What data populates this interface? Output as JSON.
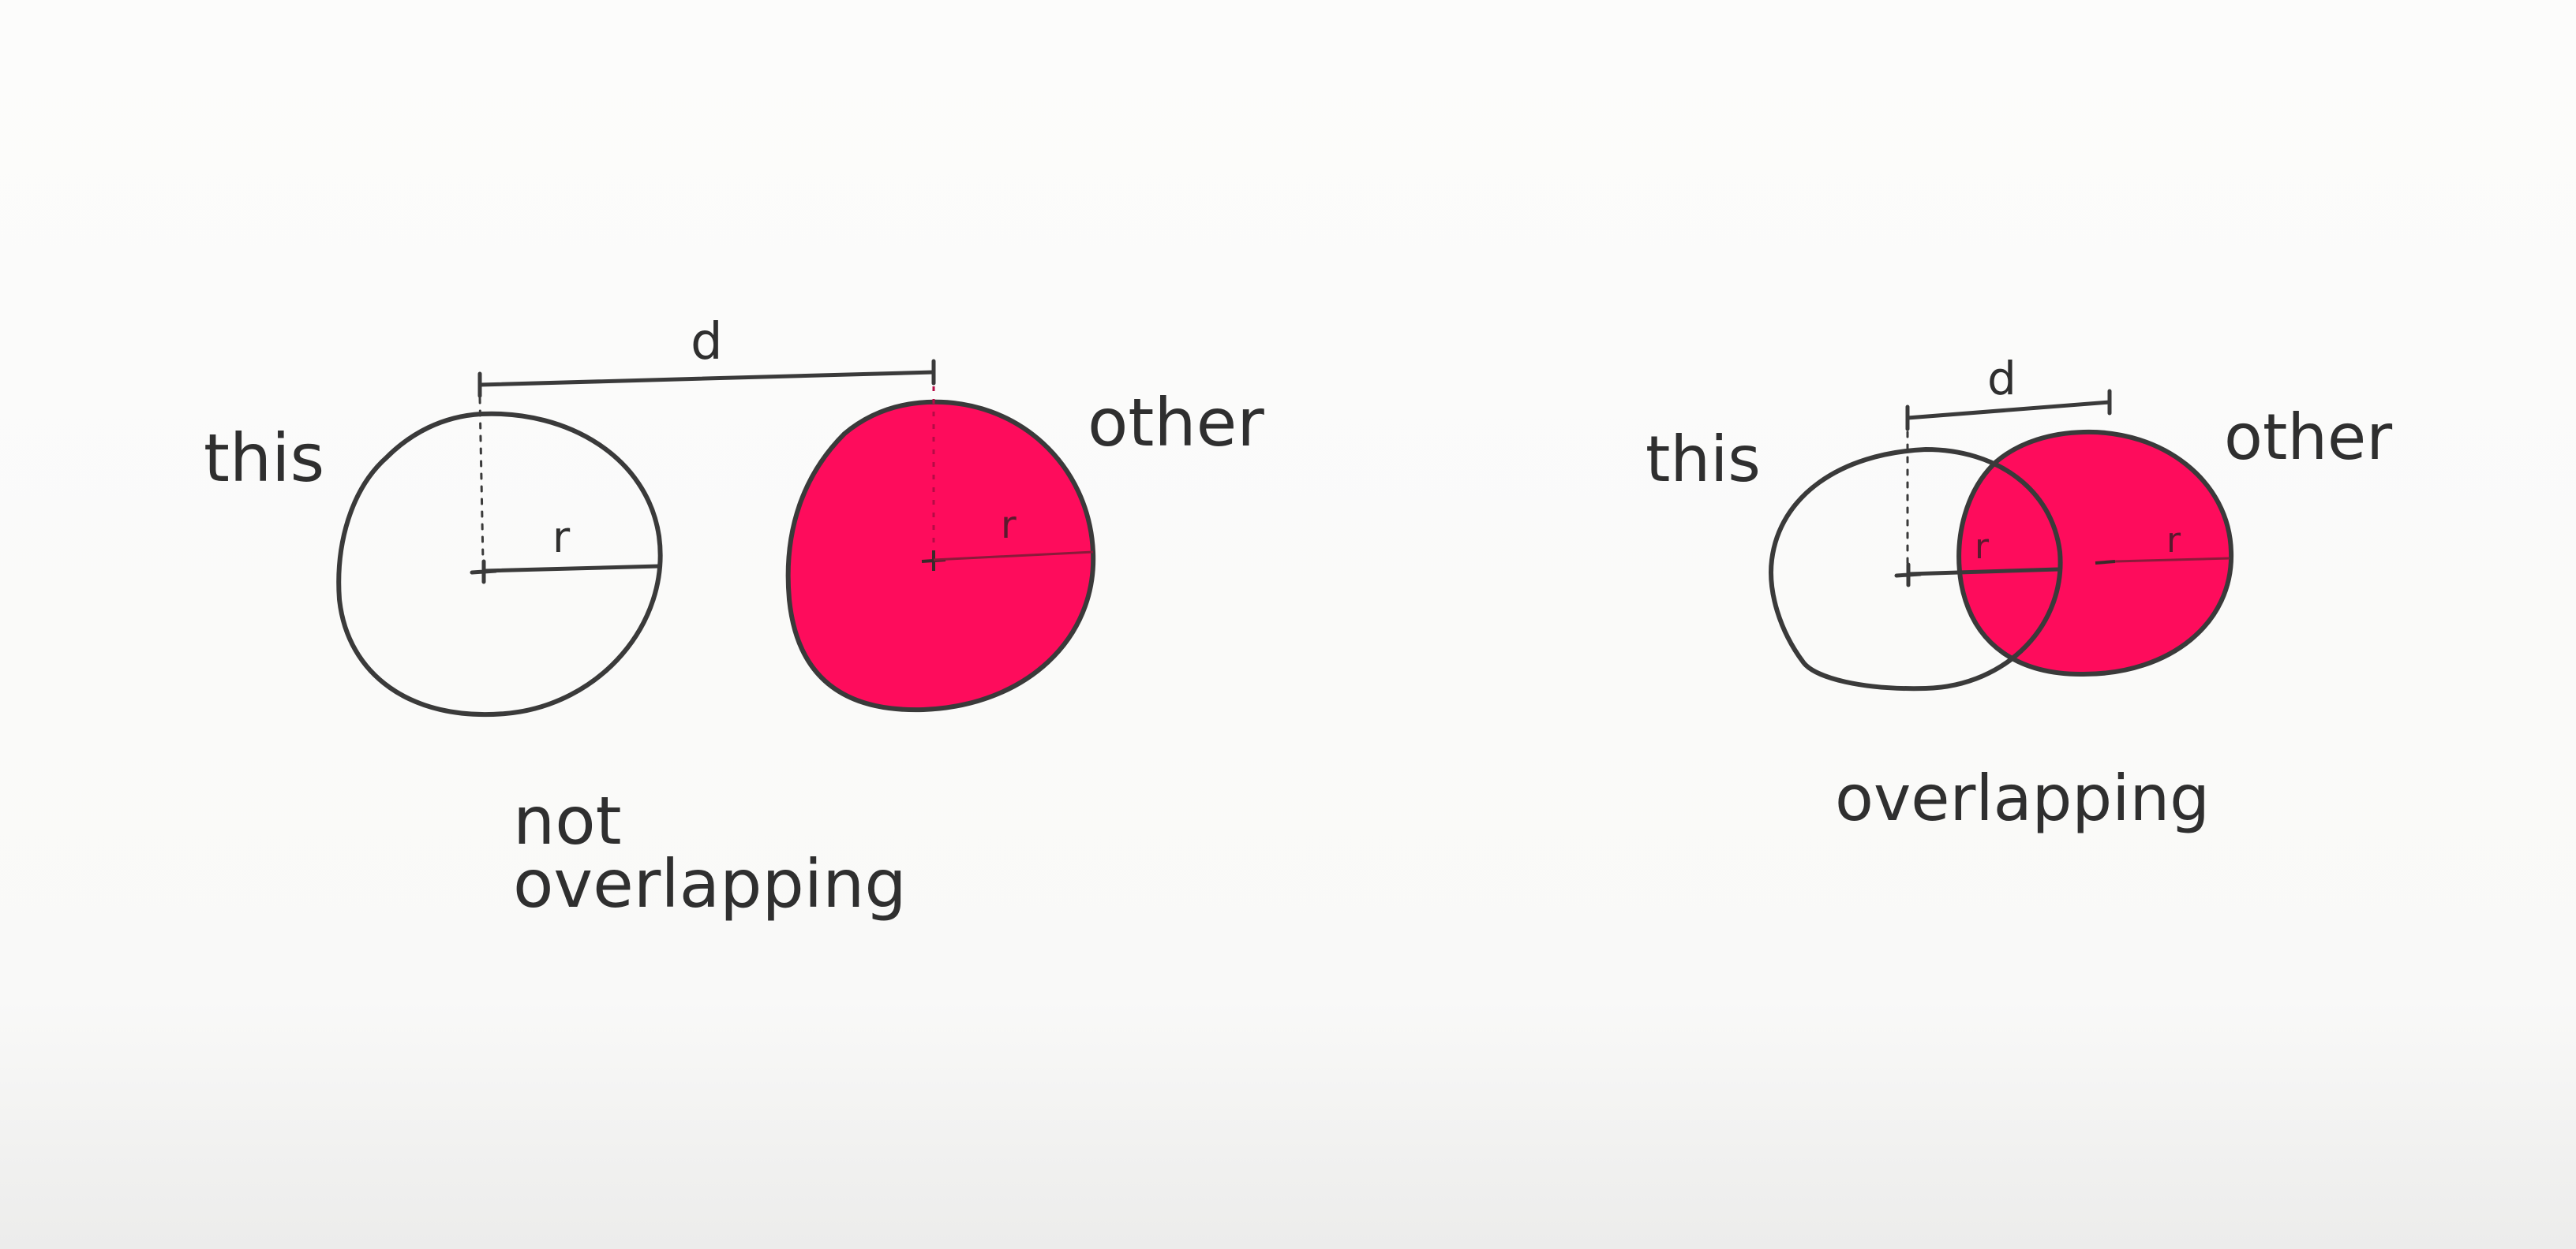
{
  "colors": {
    "paper": "#fbfbfa",
    "ink": "#3a3a3a",
    "other_fill": "#fe0c5c"
  },
  "panels": [
    {
      "id": "not-overlapping",
      "labels": {
        "this": "this",
        "other": "other",
        "d": "d",
        "r_this": "r",
        "r_other": "r",
        "caption_line1": "not",
        "caption_line2": "overlapping"
      }
    },
    {
      "id": "overlapping",
      "labels": {
        "this": "this",
        "other": "other",
        "d": "d",
        "r_this": "r",
        "r_other": "r",
        "caption_line1": "overlapping"
      }
    }
  ]
}
